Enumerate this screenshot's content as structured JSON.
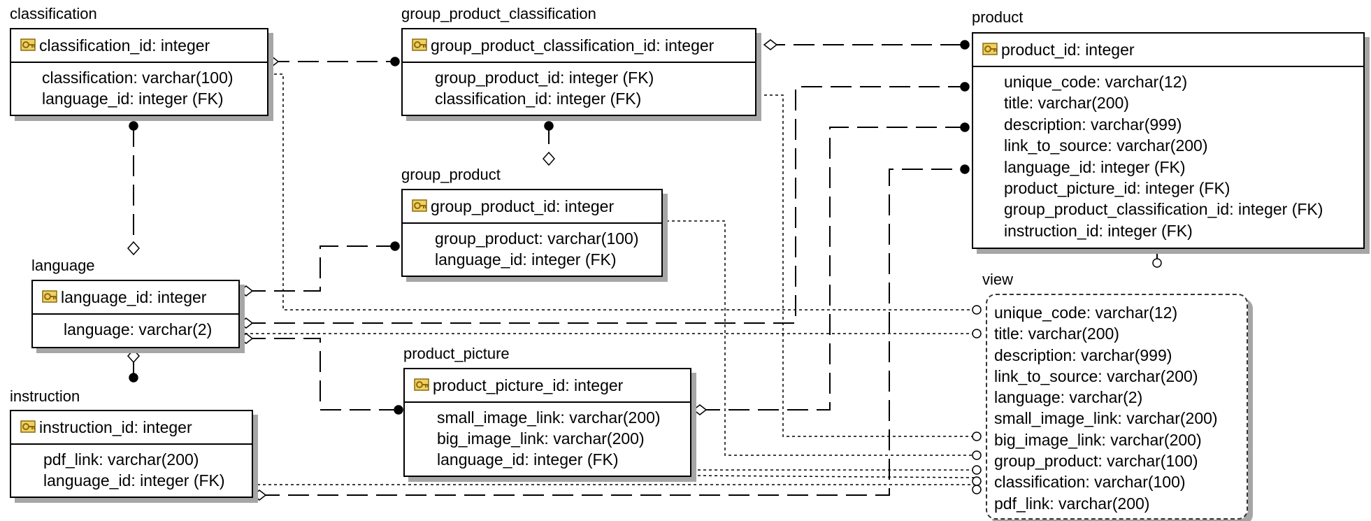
{
  "tables": {
    "classification": {
      "name": "classification",
      "pk": "classification_id: integer",
      "attrs": [
        "classification: varchar(100)",
        "language_id: integer (FK)"
      ]
    },
    "group_product_classification": {
      "name": "group_product_classification",
      "pk": "group_product_classification_id: integer",
      "attrs": [
        "group_product_id: integer (FK)",
        "classification_id: integer (FK)"
      ]
    },
    "product": {
      "name": "product",
      "pk": "product_id: integer",
      "attrs": [
        "unique_code: varchar(12)",
        "title: varchar(200)",
        "description: varchar(999)",
        "link_to_source: varchar(200)",
        "language_id: integer (FK)",
        "product_picture_id: integer (FK)",
        "group_product_classification_id: integer (FK)",
        "instruction_id: integer (FK)"
      ]
    },
    "group_product": {
      "name": "group_product",
      "pk": "group_product_id: integer",
      "attrs": [
        "group_product: varchar(100)",
        "language_id: integer (FK)"
      ]
    },
    "language": {
      "name": "language",
      "pk": "language_id: integer",
      "attrs": [
        "language: varchar(2)"
      ]
    },
    "product_picture": {
      "name": "product_picture",
      "pk": "product_picture_id: integer",
      "attrs": [
        "small_image_link: varchar(200)",
        "big_image_link: varchar(200)",
        "language_id: integer (FK)"
      ]
    },
    "instruction": {
      "name": "instruction",
      "pk": "instruction_id: integer",
      "attrs": [
        "pdf_link: varchar(200)",
        "language_id: integer (FK)"
      ]
    }
  },
  "view": {
    "name": "view",
    "attrs": [
      "unique_code: varchar(12)",
      "title: varchar(200)",
      "description: varchar(999)",
      "link_to_source: varchar(200)",
      "language: varchar(2)",
      "small_image_link: varchar(200)",
      "big_image_link: varchar(200)",
      "group_product: varchar(100)",
      "classification: varchar(100)",
      "pdf_link: varchar(200)"
    ]
  },
  "icons": {
    "primary_key": "key-icon"
  },
  "colors": {
    "line": "#000000",
    "shadow": "#a6a6a6",
    "key_icon": "#c89a1a"
  }
}
